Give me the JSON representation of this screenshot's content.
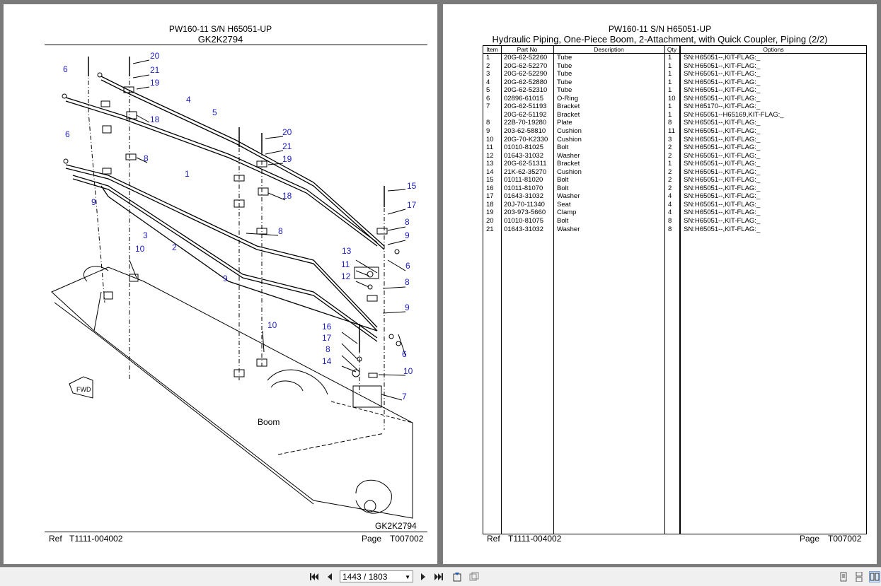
{
  "left_page": {
    "header_line1": "PW160-11 S/N H65051-UP",
    "header_line2": "GK2K2794",
    "drawing_number": "GK2K2794",
    "boom_label": "Boom",
    "footer_ref_label": "Ref",
    "footer_ref_value": "T1111-004002",
    "footer_page_label": "Page",
    "footer_page_value": "T007002",
    "callouts": [
      "20",
      "21",
      "19",
      "6",
      "4",
      "18",
      "5",
      "20",
      "21",
      "19",
      "6",
      "8",
      "1",
      "18",
      "9",
      "15",
      "17",
      "3",
      "2",
      "8",
      "8",
      "9",
      "10",
      "13",
      "9",
      "11",
      "6",
      "12",
      "8",
      "9",
      "10",
      "16",
      "17",
      "8",
      "6",
      "14",
      "10",
      "7"
    ]
  },
  "right_page": {
    "header_line1": "PW160-11 S/N H65051-UP",
    "header_line2": "Hydraulic Piping, One-Piece Boom, 2-Attachment, with Quick Coupler, Piping (2/2)",
    "columns": [
      "Item",
      "Part No",
      "Description",
      "Qty",
      "Options"
    ],
    "rows": [
      [
        "1",
        "20G-62-52260",
        "Tube",
        "1",
        "SN:H65051--,KIT-FLAG:_"
      ],
      [
        "2",
        "20G-62-52270",
        "Tube",
        "1",
        "SN:H65051--,KIT-FLAG:_"
      ],
      [
        "3",
        "20G-62-52290",
        "Tube",
        "1",
        "SN:H65051--,KIT-FLAG:_"
      ],
      [
        "4",
        "20G-62-52880",
        "Tube",
        "1",
        "SN:H65051--,KIT-FLAG:_"
      ],
      [
        "5",
        "20G-62-52310",
        "Tube",
        "1",
        "SN:H65051--,KIT-FLAG:_"
      ],
      [
        "6",
        "02896-61015",
        "O-Ring",
        "10",
        "SN:H65051--,KIT-FLAG:_"
      ],
      [
        "7",
        "20G-62-51193",
        "Bracket",
        "1",
        "SN:H65170--,KIT-FLAG:_"
      ],
      [
        "",
        "20G-62-51192",
        "Bracket",
        "1",
        "SN:H65051--H65169,KIT-FLAG:_"
      ],
      [
        "8",
        "22B-70-19280",
        "Plate",
        "8",
        "SN:H65051--,KIT-FLAG:_"
      ],
      [
        "9",
        "203-62-58810",
        "Cushion",
        "11",
        "SN:H65051--,KIT-FLAG:_"
      ],
      [
        "10",
        "20G-70-K2330",
        "Cushion",
        "3",
        "SN:H65051--,KIT-FLAG:_"
      ],
      [
        "11",
        "01010-81025",
        "Bolt",
        "2",
        "SN:H65051--,KIT-FLAG:_"
      ],
      [
        "12",
        "01643-31032",
        "Washer",
        "2",
        "SN:H65051--,KIT-FLAG:_"
      ],
      [
        "13",
        "20G-62-51311",
        "Bracket",
        "1",
        "SN:H65051--,KIT-FLAG:_"
      ],
      [
        "14",
        "21K-62-35270",
        "Cushion",
        "2",
        "SN:H65051--,KIT-FLAG:_"
      ],
      [
        "15",
        "01011-81020",
        "Bolt",
        "2",
        "SN:H65051--,KIT-FLAG:_"
      ],
      [
        "16",
        "01011-81070",
        "Bolt",
        "2",
        "SN:H65051--,KIT-FLAG:_"
      ],
      [
        "17",
        "01643-31032",
        "Washer",
        "4",
        "SN:H65051--,KIT-FLAG:_"
      ],
      [
        "18",
        "20J-70-11340",
        "Seat",
        "4",
        "SN:H65051--,KIT-FLAG:_"
      ],
      [
        "19",
        "203-973-5660",
        "Clamp",
        "4",
        "SN:H65051--,KIT-FLAG:_"
      ],
      [
        "20",
        "01010-81075",
        "Bolt",
        "8",
        "SN:H65051--,KIT-FLAG:_"
      ],
      [
        "21",
        "01643-31032",
        "Washer",
        "8",
        "SN:H65051--,KIT-FLAG:_"
      ]
    ],
    "footer_ref_label": "Ref",
    "footer_ref_value": "T1111-004002",
    "footer_page_label": "Page",
    "footer_page_value": "T007002"
  },
  "toolbar": {
    "page_indicator": "1443 / 1803",
    "icons": [
      "first-page-icon",
      "previous-page-icon",
      "next-page-icon",
      "last-page-icon",
      "fit-page-icon",
      "fit-width-icon",
      "single-page-view-icon",
      "continuous-view-icon",
      "two-page-view-icon"
    ]
  }
}
